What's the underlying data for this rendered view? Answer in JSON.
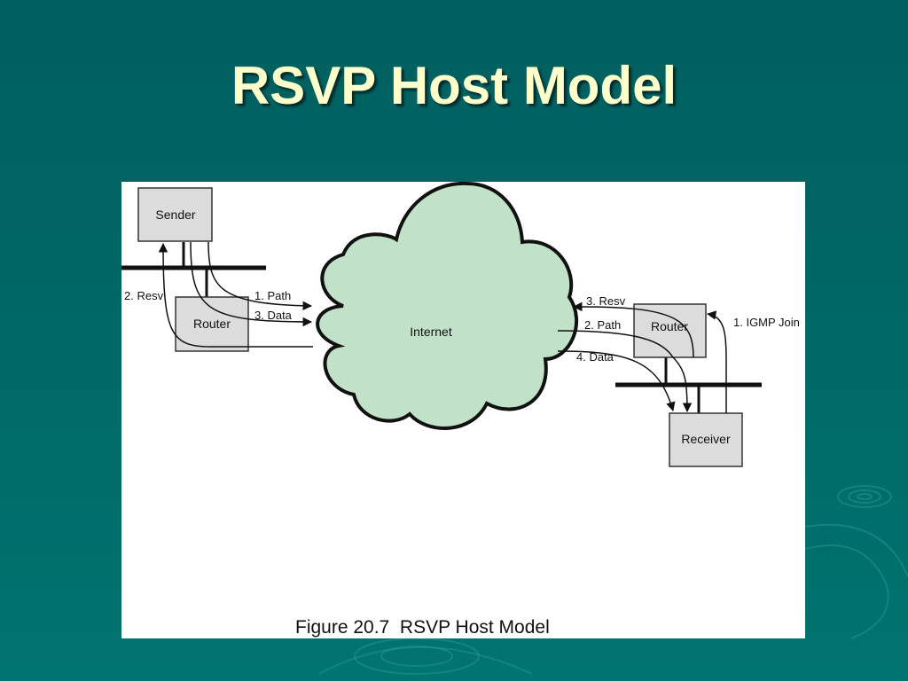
{
  "slide": {
    "title": "RSVP Host Model"
  },
  "diagram": {
    "nodes": {
      "sender": "Sender",
      "router_left": "Router",
      "internet": "Internet",
      "router_right": "Router",
      "receiver": "Receiver"
    },
    "edges": {
      "left_resv": "2. Resv",
      "left_path": "1. Path",
      "left_data": "3. Data",
      "right_resv": "3. Resv",
      "right_path": "2. Path",
      "right_data": "4. Data",
      "igmp_join": "1. IGMP Join"
    },
    "caption": "Figure 20.7  RSVP Host Model"
  },
  "colors": {
    "background": "#006666",
    "title_text": "#ffffcc",
    "cloud_fill": "#c1e1c8",
    "box_fill": "#dcdcdc"
  }
}
